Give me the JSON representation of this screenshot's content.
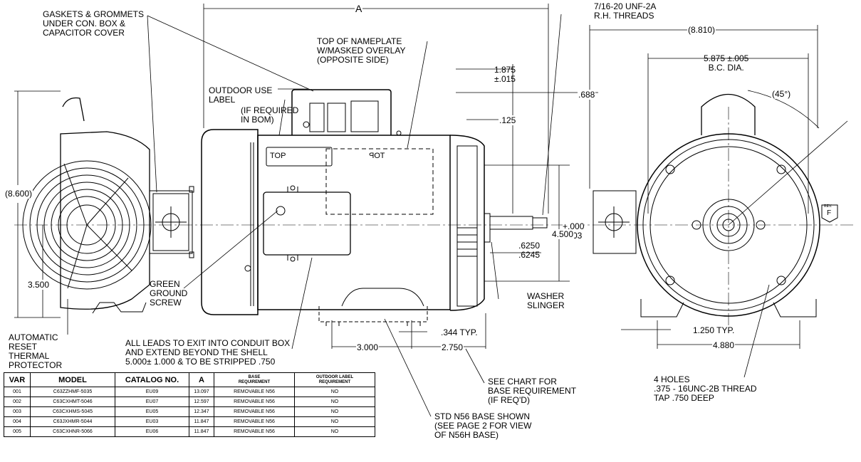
{
  "labels": {
    "gaskets": "GASKETS & GROMMETS\nUNDER CON. BOX &\nCAPACITOR COVER",
    "nameplate": "TOP OF NAMEPLATE\nW/MASKED OVERLAY\n(OPPOSITE SIDE)",
    "outdoor": "OUTDOOR USE\nLABEL",
    "if_required": "(IF REQUIRED\nIN BOM)",
    "green_ground": "GREEN\nGROUND\nSCREW",
    "auto_reset": "AUTOMATIC\nRESET\nTHERMAL\nPROTECTOR",
    "all_leads": "ALL LEADS TO EXIT INTO CONDUIT BOX\nAND EXTEND BEYOND THE SHELL\n5.000± 1.000 & TO BE STRIPPED .750",
    "threads": "7/16-20 UNF-2A\nR.H. THREADS",
    "washer": "WASHER\nSLINGER",
    "see_chart": "SEE CHART FOR\nBASE REQUIREMENT\n(IF REQ'D)",
    "std_base": "STD N56 BASE SHOWN\n(SEE PAGE 2 FOR VIEW\nOF N56H BASE)",
    "holes": "4 HOLES\n.375 - 16UNC-2B THREAD\nTAP .750 DEEP",
    "top_text": "TOP",
    "top_mirror": "TOP",
    "rev": "REV.",
    "rev_letter": "F"
  },
  "dims": {
    "a": "A",
    "d8810": "(8.810)",
    "d5875": "5.875 ±.005\nB.C. DIA.",
    "d45": "(45°)",
    "d1875": "1.875\n±.015",
    "d688": ".688",
    "d125": ".125",
    "d8600": "(8.600)",
    "d3500": "3.500",
    "d000": "+.000\n-.003",
    "d4500": "4.500",
    "d6250": ".6250\n.6245",
    "d344": ".344 TYP.",
    "d3000": "3.000",
    "d2750": "2.750",
    "d1250": "1.250 TYP.",
    "d4880": "4.880"
  },
  "table": {
    "headers": [
      "VAR",
      "MODEL",
      "CATALOG NO.",
      "A",
      "BASE\nREQUIREMENT",
      "OUTDOOR LABEL\nREQUIREMENT"
    ],
    "rows": [
      [
        "001",
        "C63ZZHMF-5035",
        "EU09",
        "13.097",
        "REMOVABLE N56",
        "NO"
      ],
      [
        "002",
        "C63CXHMT-5046",
        "EU07",
        "12.597",
        "REMOVABLE N56",
        "NO"
      ],
      [
        "003",
        "C63CXHMS-5045",
        "EU05",
        "12.347",
        "REMOVABLE N56",
        "NO"
      ],
      [
        "004",
        "C63JXHMR-5044",
        "EU03",
        "11.847",
        "REMOVABLE N56",
        "NO"
      ],
      [
        "005",
        "C63CXHNR-5066",
        "EU06",
        "11.847",
        "REMOVABLE N56",
        "NO"
      ]
    ]
  }
}
